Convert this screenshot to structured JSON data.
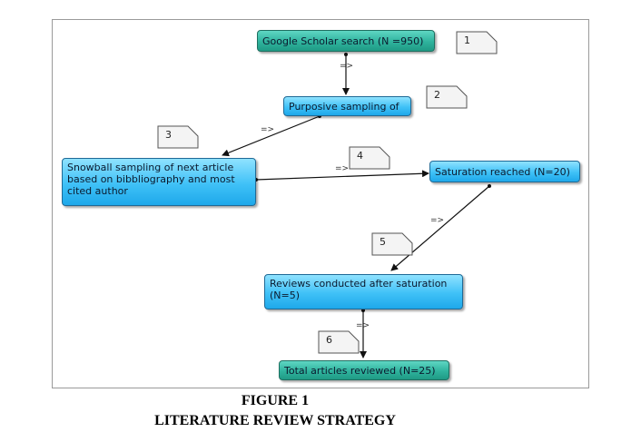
{
  "nodes": {
    "google_scholar": "Google Scholar search (N =950)",
    "purposive": "Purposive sampling of",
    "snowball": "Snowball sampling of next article based on bibbliography and most cited author",
    "saturation": "Saturation reached (N=20)",
    "reviews_after": "Reviews conducted after saturation (N=5)",
    "total": "Total articles reviewed (N=25)"
  },
  "notes": [
    "1",
    "2",
    "3",
    "4",
    "5",
    "6"
  ],
  "arrow_label": "=>",
  "caption": {
    "line1": "FIGURE 1",
    "line2": "LITERATURE REVIEW STRATEGY"
  },
  "colors": {
    "teal_node": "#2fb39d",
    "blue_node": "#3fc1f7",
    "connector": "#111111",
    "note_fill": "#f4f4f4"
  }
}
